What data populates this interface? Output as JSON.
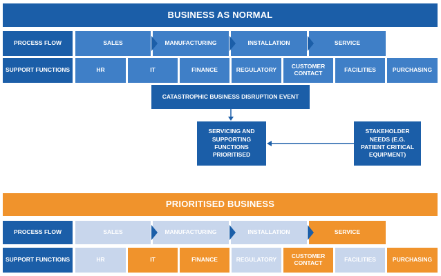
{
  "top": {
    "banner": "BUSINESS AS NORMAL",
    "process_label": "PROCESS FLOW",
    "support_label": "SUPPORT FUNCTIONS",
    "process": [
      "SALES",
      "MANUFACTURING",
      "INSTALLATION",
      "SERVICE"
    ],
    "support": [
      "HR",
      "IT",
      "FINANCE",
      "REGULATORY",
      "CUSTOMER CONTACT",
      "FACILITIES",
      "PURCHASING"
    ]
  },
  "middle": {
    "event": "CATASTROPHIC BUSINESS DISRUPTION EVENT",
    "servicing": "SERVICING AND SUPPORTING FUNCTIONS PRIORITISED",
    "stakeholder": "STAKEHOLDER NEEDS (E.G. PATIENT CRITICAL EQUIPMENT)"
  },
  "bottom": {
    "banner": "PRIORITISED BUSINESS",
    "process_label": "PROCESS FLOW",
    "support_label": "SUPPORT FUNCTIONS",
    "process": [
      "SALES",
      "MANUFACTURING",
      "INSTALLATION",
      "SERVICE"
    ],
    "support": [
      "HR",
      "IT",
      "FINANCE",
      "REGULATORY",
      "CUSTOMER CONTACT",
      "FACILITIES",
      "PURCHASING"
    ],
    "process_prioritised": [
      false,
      false,
      false,
      true
    ],
    "support_prioritised": [
      false,
      true,
      true,
      false,
      true,
      false,
      true
    ]
  },
  "colors": {
    "dark_blue": "#1b5ea8",
    "mid_blue": "#3f7fc7",
    "pale_blue": "#c8d6ec",
    "orange": "#f0932c",
    "arrow": "#1b5ea8"
  }
}
